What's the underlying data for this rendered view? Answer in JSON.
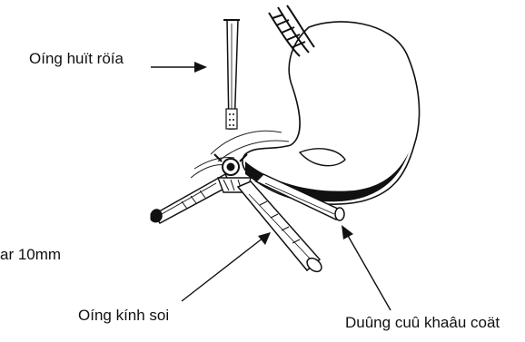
{
  "labels": {
    "suction_tube": "Oíng huït röía",
    "trocar": "ar 10mm",
    "scope": "Oíng kính soi",
    "suture_tool": "Duûng cuû khaâu coät"
  }
}
